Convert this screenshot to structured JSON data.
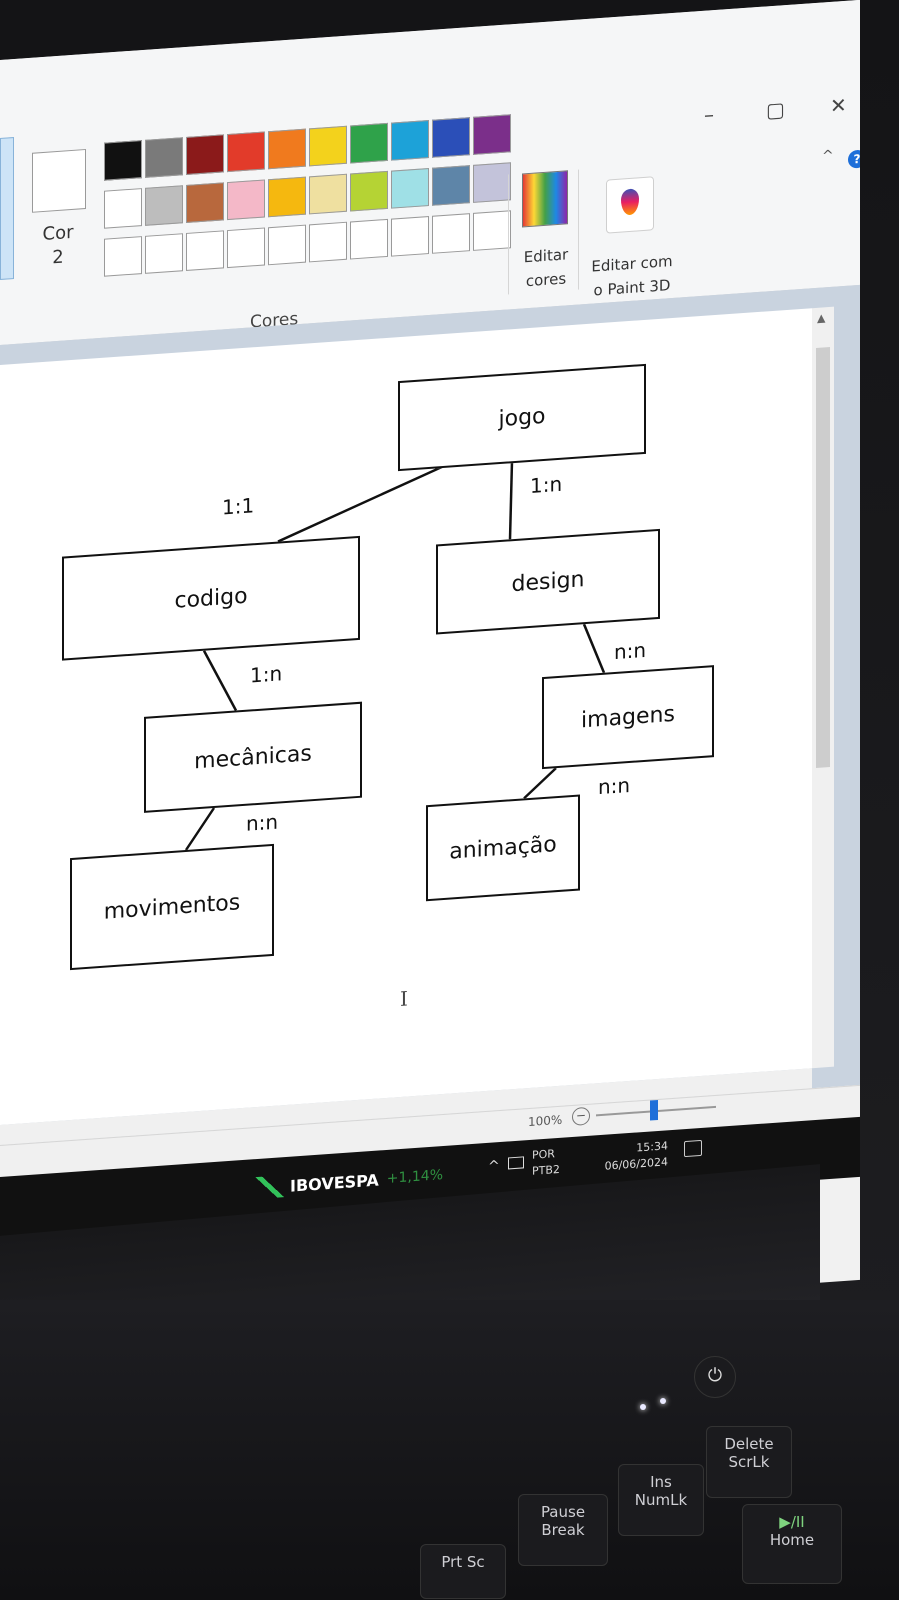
{
  "window": {
    "minimize_glyph": "–",
    "restore_glyph": "▢",
    "close_glyph": "✕"
  },
  "ribbon": {
    "cor2_label_line1": "Cor",
    "cor2_label_line2": "2",
    "palette_row1": [
      "#111111",
      "#7a7a7a",
      "#8b1a1a",
      "#e23b2a",
      "#f07a1e",
      "#f3d21c",
      "#2fa24a",
      "#1da2d8",
      "#2b4fb8",
      "#7b2f8a"
    ],
    "palette_row2": [
      "#ffffff",
      "#bdbdbd",
      "#b8683d",
      "#f4b8c8",
      "#f5b80f",
      "#efe0a0",
      "#b5d334",
      "#9fe0e6",
      "#5e85a8",
      "#c3c3da"
    ],
    "palette_row3": [
      "#ffffff",
      "#ffffff",
      "#ffffff",
      "#ffffff",
      "#ffffff",
      "#ffffff",
      "#ffffff",
      "#ffffff",
      "#ffffff",
      "#ffffff"
    ],
    "cores_label": "Cores",
    "edit_colors_line1": "Editar",
    "edit_colors_line2": "cores",
    "paint3d_line1": "Editar com",
    "paint3d_line2": "o Paint 3D",
    "help_glyph": "?",
    "collapse_glyph": "^"
  },
  "diagram": {
    "nodes": {
      "jogo": "jogo",
      "codigo": "codigo",
      "design": "design",
      "mecanicas": "mecânicas",
      "imagens": "imagens",
      "movimentos": "movimentos",
      "animacao": "animação"
    },
    "relations": {
      "jogo_codigo": "1:1",
      "jogo_design": "1:n",
      "codigo_mecanicas": "1:n",
      "design_imagens": "n:n",
      "mecanicas_movimentos": "n:n",
      "imagens_animacao": "n:n"
    },
    "cursor_glyph": "I"
  },
  "status": {
    "zoom": "100%",
    "zoom_minus": "−"
  },
  "taskbar": {
    "ticker_name": "IBOVESPA",
    "ticker_change": "+1,14%",
    "tray_caret": "^",
    "lang_top": "POR",
    "lang_bottom": "PTB2",
    "time": "15:34",
    "date": "06/06/2024"
  },
  "keyboard": {
    "power_glyph": "⏻",
    "keys": {
      "prtsc": "Prt Sc",
      "pause_top": "Pause",
      "pause_bottom": "Break",
      "ins_top": "Ins",
      "ins_bottom": "NumLk",
      "delete_top": "Delete",
      "delete_bottom": "ScrLk",
      "home_top": "▶/II",
      "home_bottom": "Home"
    }
  }
}
